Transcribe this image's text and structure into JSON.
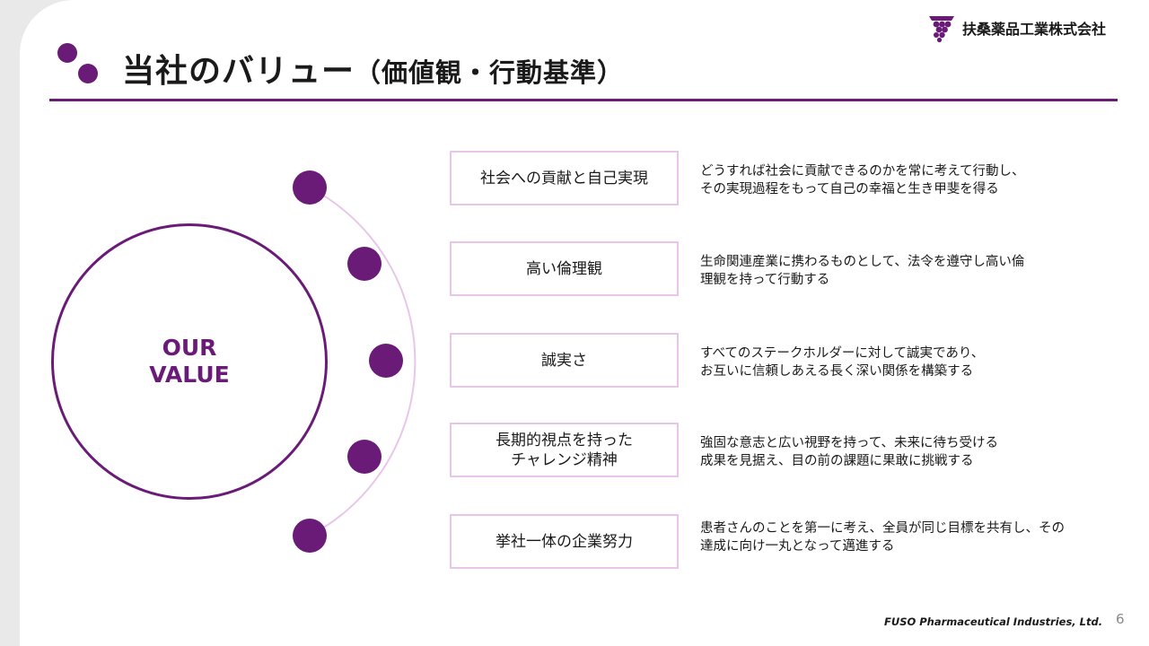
{
  "header": {
    "title": "当社のバリュー",
    "subtitle": "（価値観・行動基準）",
    "company_name": "扶桑薬品工業株式会社"
  },
  "center_label": "OUR VALUE",
  "values": [
    {
      "name": "社会への貢献と自己実現",
      "desc_line1": "どうすれば社会に貢献できるのかを常に考えて行動し、",
      "desc_line2": "その実現過程をもって自己の幸福と生き甲斐を得る"
    },
    {
      "name": "高い倫理観",
      "desc_line1": "生命関連産業に携わるものとして、法令を遵守し高い倫",
      "desc_line2": "理観を持って行動する"
    },
    {
      "name": "誠実さ",
      "desc_line1": "すべてのステークホルダーに対して誠実であり、",
      "desc_line2": "お互いに信頼しあえる長く深い関係を構築する"
    },
    {
      "name_line1": "長期的視点を持った",
      "name_line2": "チャレンジ精神",
      "desc_line1": "強固な意志と広い視野を持って、未来に待ち受ける",
      "desc_line2": "成果を見据え、目の前の課題に果敢に挑戦する"
    },
    {
      "name": "挙社一体の企業努力",
      "desc_line1": "患者さんのことを第一に考え、全員が同じ目標を共有し、その",
      "desc_line2": "達成に向け一丸となって邁進する"
    }
  ],
  "footer": {
    "company_en": "FUSO Pharmaceutical Industries, Ltd.",
    "page_number": "6"
  },
  "colors": {
    "accent": "#6a1b78",
    "box_border": "#e8c6ea",
    "arc": "#e8c6ea"
  }
}
